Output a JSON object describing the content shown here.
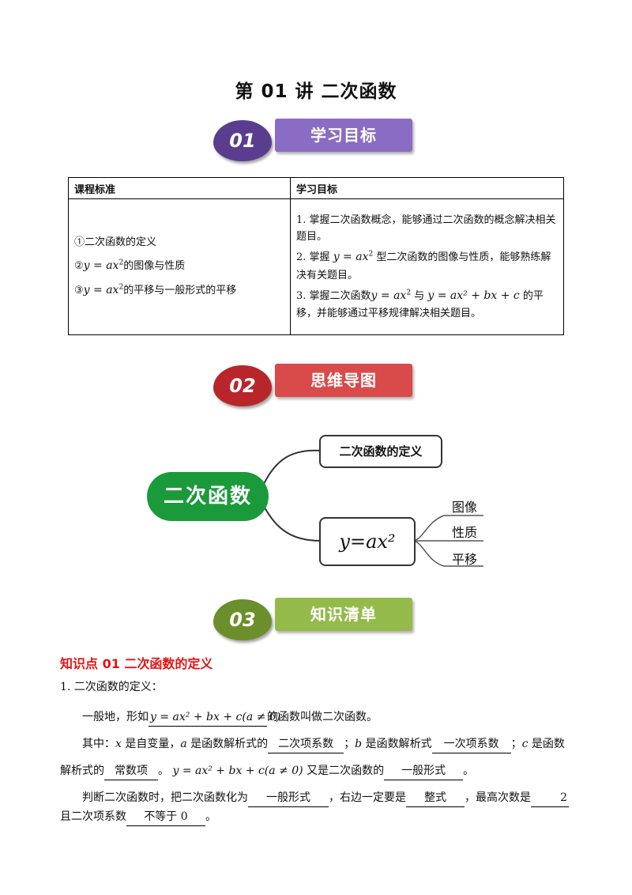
{
  "title": "第 01 讲  二次函数",
  "sections": [
    {
      "num": "01",
      "label": "学习目标",
      "num_color": "#5a3d8f",
      "label_color": "#8a6cc4"
    },
    {
      "num": "02",
      "label": "思维导图",
      "num_color": "#b8262c",
      "label_color": "#d94a4a"
    },
    {
      "num": "03",
      "label": "知识清单",
      "num_color": "#6b8f2a",
      "label_color": "#94bb4a"
    }
  ],
  "goals_table": {
    "headers": [
      "课程标准",
      "学习目标"
    ],
    "standards": [
      "①二次函数的定义",
      "②",
      "的图像与性质",
      "③",
      "的平移与一般形式的平移"
    ],
    "formula_simple": "y = ax",
    "formula_general": "y = ax",
    "goals": {
      "g1": "1. 掌握二次函数概念，能够通过二次函数的概念解决相关题目。",
      "g2a": "2. 掌握",
      "g2b": "型二次函数的图像与性质，能够熟练解决有关题目。",
      "g3a": "3. 掌握二次函数",
      "g3b": "与",
      "g3c": "的平移，并能够通过平移规律解决相关题目。",
      "f_general": "y = ax² + bx + c"
    }
  },
  "mindmap": {
    "center": "二次函数",
    "branch_def": "二次函数的定义",
    "branch_formula": "y=ax²",
    "leaves": [
      "图像",
      "性质",
      "平移"
    ]
  },
  "knowledge": {
    "heading": "知识点 01    二次函数的定义",
    "item1": "1. 二次函数的定义：",
    "p1a": "一般地，形如",
    "p1_formula": "y = ax² + bx + c(a ≠ 0)",
    "p1b": "的函数叫做二次函数。",
    "p2_prefix": "其中：",
    "p2_x": "x",
    "p2a": "是自变量，",
    "p2_a": "a",
    "p2b": "是函数解析式的",
    "blank_quadratic": "二次项系数",
    "p2_b": "b",
    "p2c": "是函数解析式",
    "blank_linear": "一次项系数",
    "p2_c": "c",
    "p2d": "是函数",
    "p3a": "解析式的",
    "blank_constant": "常数项",
    "p3_formula": "y = ax² + bx + c(a ≠ 0)",
    "p3b": "又是二次函数的",
    "blank_general": "一般形式",
    "p4a": "判断二次函数时，把二次函数化为",
    "blank_general2": "一般形式",
    "p4b": "，右边一定要是",
    "blank_integral": "整式",
    "p4c": "，最高次数是",
    "blank_two": "2",
    "p5a": "且二次项系数",
    "blank_nonzero": "不等于 0",
    "p5b": "。"
  }
}
